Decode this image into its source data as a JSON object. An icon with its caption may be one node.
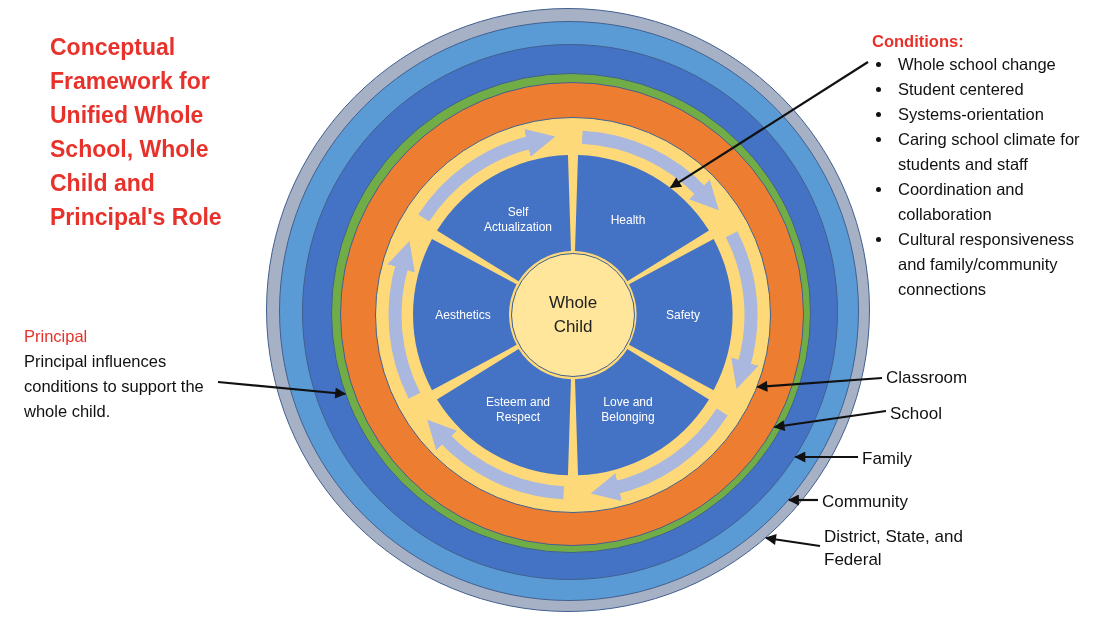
{
  "diagram": {
    "title": "Conceptual Framework for Unified Whole School, Whole Child and Principal's Role",
    "nodes": [
      {
        "text": [],
        "shape": "circle"
      },
      {
        "text": [],
        "shape": "circle",
        "in": 0
      },
      {
        "text": [],
        "shape": "circle",
        "in": 1
      },
      {
        "text": [],
        "shape": "circle",
        "in": 2
      },
      {
        "text": [],
        "shape": "circle",
        "in": 3
      },
      {
        "text": [],
        "shape": "circle",
        "in": 4
      },
      {
        "text": [
          "Self Actualization"
        ],
        "in": 5
      },
      {
        "text": [
          "Health"
        ],
        "in": 5
      },
      {
        "text": [
          "Aesthetics"
        ],
        "in": 5
      },
      {
        "text": [
          "Whole Child"
        ],
        "in": 5
      },
      {
        "text": [
          "Safety"
        ],
        "in": 5
      },
      {
        "text": [
          "Esteem and Respect"
        ],
        "in": 5
      },
      {
        "text": [
          "Love and Belonging"
        ],
        "in": 5
      },
      {
        "text": [
          "Conditions:",
          "Whole school change",
          "Student centered",
          "Systems-orientation",
          "Caring school climate for students and staff",
          "Coordination and collaboration",
          "Cultural responsiveness and family/community connections"
        ]
      },
      {
        "text": [
          "Principal",
          "Principal influences conditions to support the whole child."
        ]
      },
      {
        "text": [
          "Classroom"
        ]
      },
      {
        "text": [
          "School"
        ]
      },
      {
        "text": [
          "Family"
        ]
      },
      {
        "text": [
          "Community"
        ]
      },
      {
        "text": [
          "District, State, and Federal"
        ]
      }
    ],
    "edges": [
      {
        "from": 13,
        "to": 7,
        "arrow": "to"
      },
      {
        "from": 14,
        "to": 3,
        "arrow": "to"
      },
      {
        "from": 15,
        "to": 5,
        "arrow": "to"
      },
      {
        "from": 16,
        "to": 4,
        "arrow": "to"
      },
      {
        "from": 17,
        "to": 2,
        "arrow": "to"
      },
      {
        "from": 18,
        "to": 1,
        "arrow": "to"
      },
      {
        "from": 19,
        "to": 0,
        "arrow": "to"
      }
    ]
  }
}
